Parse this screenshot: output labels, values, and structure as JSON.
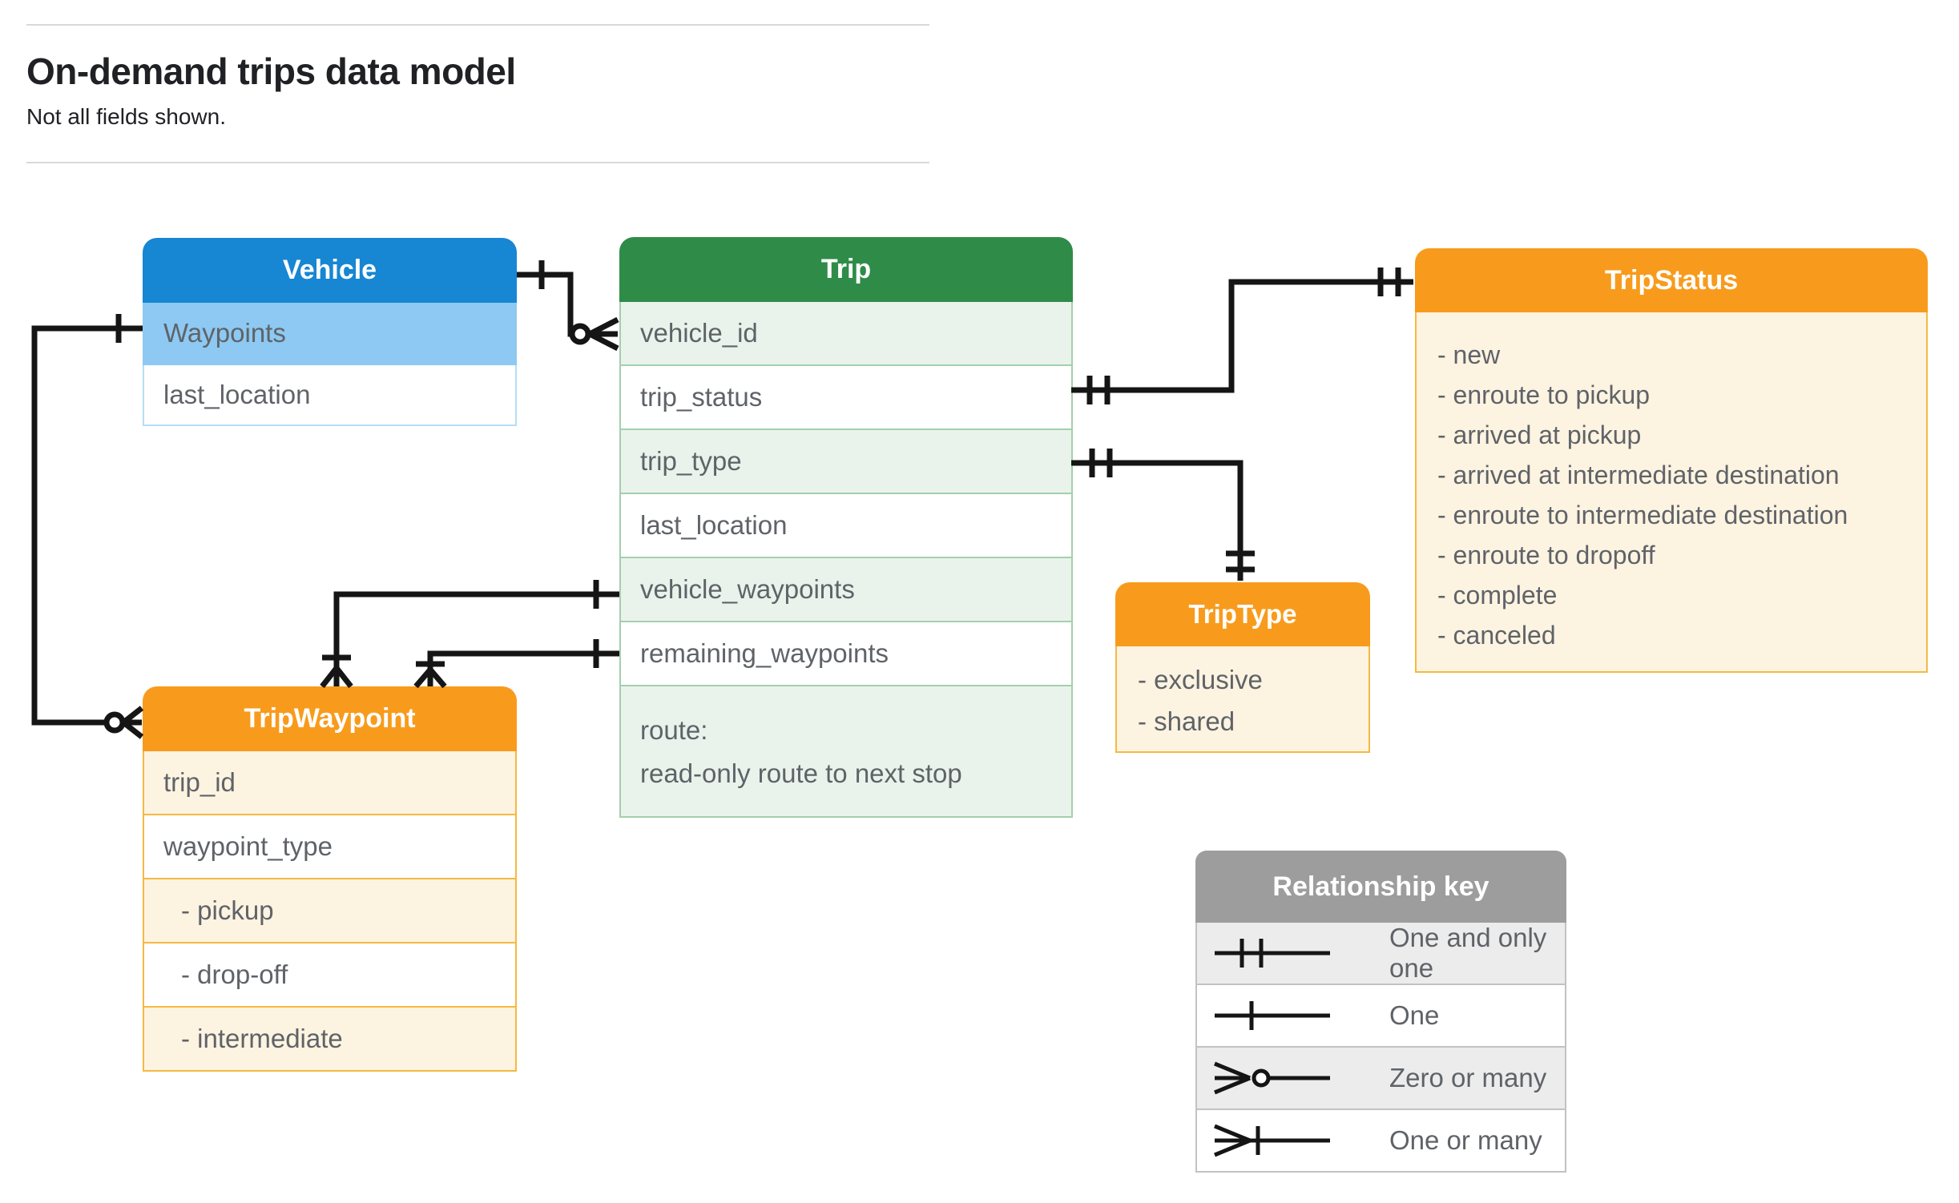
{
  "page": {
    "title": "On-demand trips data model",
    "subtitle": "Not all fields shown."
  },
  "entities": {
    "vehicle": {
      "title": "Vehicle",
      "fields": [
        "Waypoints",
        "last_location"
      ]
    },
    "trip": {
      "title": "Trip",
      "fields": [
        "vehicle_id",
        "trip_status",
        "trip_type",
        "last_location",
        "vehicle_waypoints",
        "remaining_waypoints"
      ],
      "route": {
        "label": "route:",
        "desc": "read-only route to next stop"
      }
    },
    "trip_status": {
      "title": "TripStatus",
      "values": [
        "- new",
        "- enroute to pickup",
        "- arrived at pickup",
        "- arrived at intermediate destination",
        "- enroute to intermediate destination",
        "- enroute to dropoff",
        "- complete",
        "- canceled"
      ]
    },
    "trip_type": {
      "title": "TripType",
      "values": [
        "- exclusive",
        "- shared"
      ]
    },
    "trip_waypoint": {
      "title": "TripWaypoint",
      "fields": [
        "trip_id",
        "waypoint_type"
      ],
      "values": [
        "- pickup",
        "- drop-off",
        "- intermediate"
      ]
    }
  },
  "legend": {
    "title": "Relationship key",
    "rows": [
      {
        "symbol": "one-and-only-one",
        "label": "One and only one"
      },
      {
        "symbol": "one",
        "label": "One"
      },
      {
        "symbol": "zero-or-many",
        "label": "Zero or many"
      },
      {
        "symbol": "one-or-many",
        "label": "One or many"
      }
    ]
  },
  "colors": {
    "blue": "#1786d3",
    "blue-light": "#8dc9f2",
    "blue-border": "#b5ddf7",
    "green": "#2e8c48",
    "green-light": "#e9f3eb",
    "green-border": "#a3d0ac",
    "orange": "#f89b1c",
    "cream": "#fdf3e1",
    "gold-border": "#f5b942",
    "gray": "#9d9d9d",
    "gray-light": "#ececec",
    "legend-border": "#c2c2c2",
    "ink": "#5f6368",
    "title-ink": "#202124",
    "line": "#151515"
  }
}
